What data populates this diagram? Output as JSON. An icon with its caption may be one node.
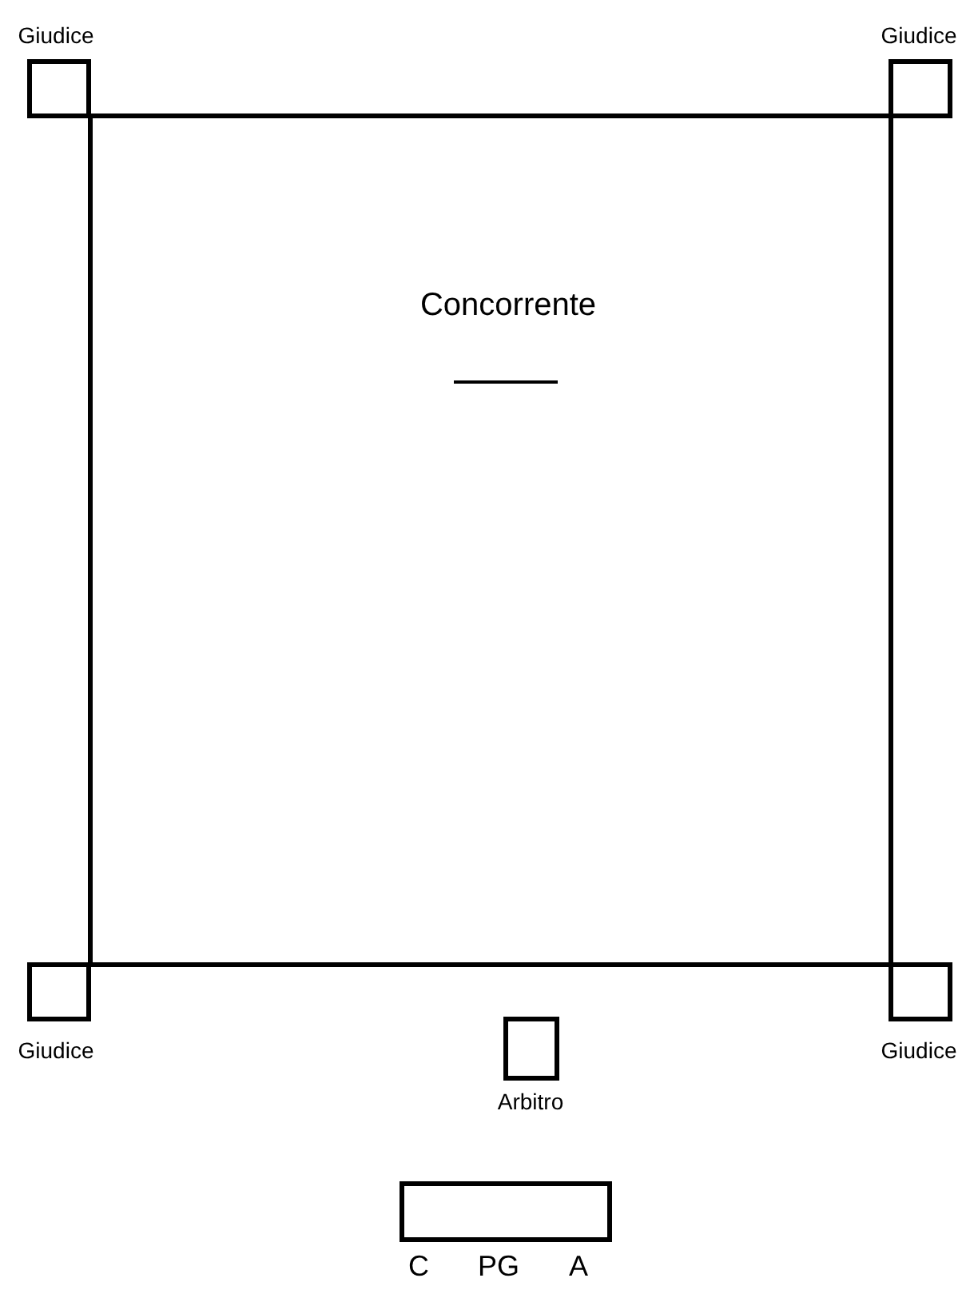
{
  "diagram": {
    "nodes": [
      {
        "text": [
          "Concorrente"
        ]
      },
      {
        "text": [
          "Giudice"
        ]
      },
      {
        "text": [
          "Giudice"
        ]
      },
      {
        "text": [
          "Giudice"
        ]
      },
      {
        "text": [
          "Giudice"
        ]
      },
      {
        "text": [
          "Arbitro"
        ]
      },
      {
        "text": [
          "C",
          "PG",
          "A"
        ]
      }
    ]
  }
}
